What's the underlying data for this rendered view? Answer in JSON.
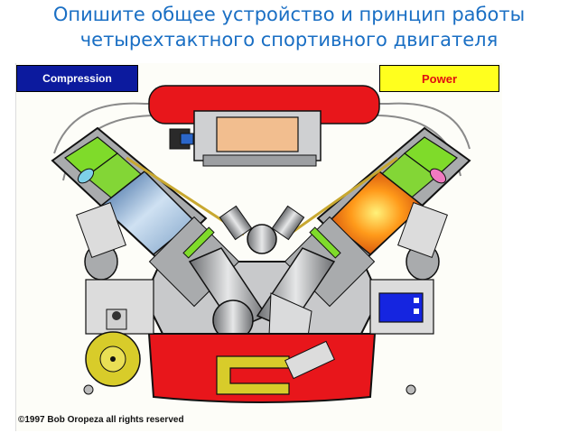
{
  "slide": {
    "title_line1": "Опишите общее устройство и принцип работы",
    "title_line2": "четырехтактного спортивного двигателя"
  },
  "diagram": {
    "left_label": "Compression",
    "right_label": "Power",
    "copyright": "©1997 Bob Oropeza all rights reserved",
    "colors": {
      "label_compression_bg": "#0c1a9e",
      "label_power_bg": "#ffff1e",
      "label_power_text": "#e01010",
      "title_text": "#1a6fc4",
      "block_red": "#e8161b",
      "block_gray": "#a9abad",
      "valve_green": "#7fdb2a",
      "alternator_yellow": "#d8cc2a",
      "battery_blue": "#1525e0"
    }
  }
}
